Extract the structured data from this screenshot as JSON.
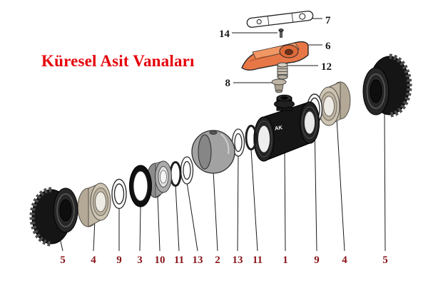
{
  "title": "Küresel Asit Vanaları",
  "body_logo": "AK",
  "top_labels": [
    "7",
    "14",
    "6",
    "12",
    "8"
  ],
  "bottom_labels": [
    "5",
    "4",
    "9",
    "3",
    "10",
    "11",
    "13",
    "2",
    "13",
    "11",
    "1",
    "9",
    "4",
    "5"
  ],
  "colors": {
    "title": "#e60008",
    "top_label": "#1a1a1a",
    "bottom_label": "#8a1519",
    "handle": "#e87747",
    "handle_top": "#f09764",
    "handle_boss": "#df6a39"
  }
}
